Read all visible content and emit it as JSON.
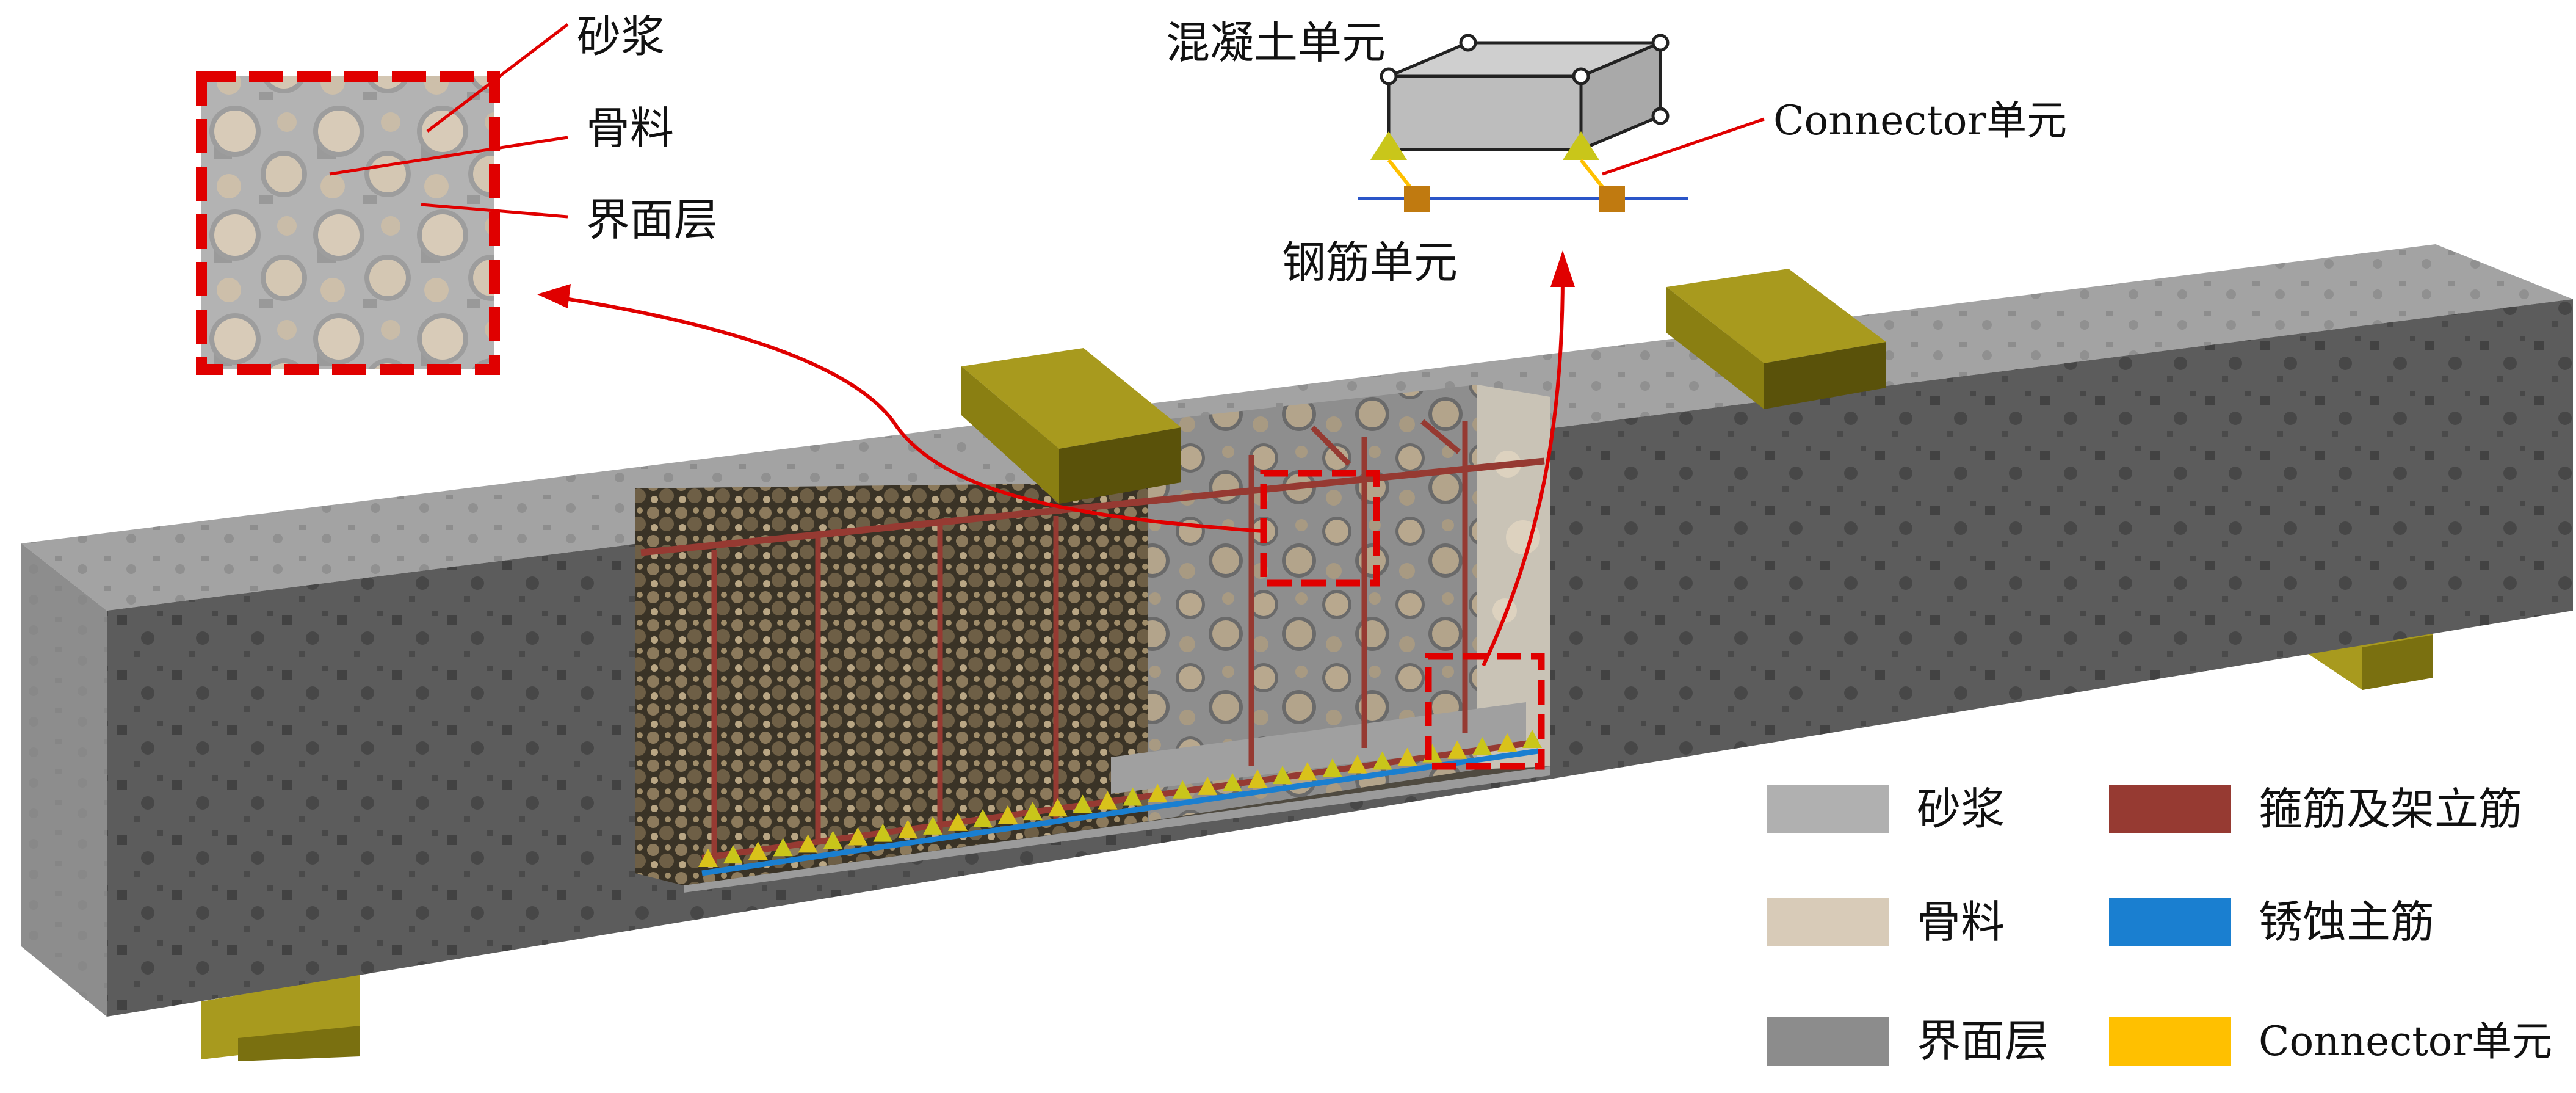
{
  "inset": {
    "labels": {
      "mortar": "砂浆",
      "aggregate": "骨料",
      "itz": "界面层"
    }
  },
  "element_schematic": {
    "concrete_label": "混凝土单元",
    "connector_label": "Connector单元",
    "rebar_label": "钢筋单元"
  },
  "legend": [
    {
      "label": "砂浆",
      "color": "#b0b0b0"
    },
    {
      "label": "箍筋及架立筋",
      "color": "#963a32"
    },
    {
      "label": "骨料",
      "color": "#d8cbb8"
    },
    {
      "label": "锈蚀主筋",
      "color": "#1a7fd0"
    },
    {
      "label": "界面层",
      "color": "#8c8c8c"
    },
    {
      "label": "Connector单元",
      "color": "#ffc000"
    }
  ],
  "colors": {
    "beam_front": "#5c5c5c",
    "beam_top": "#a3a3a3",
    "beam_end": "#8d8d8d",
    "support": "#8a7f12",
    "support_dark": "#5a520a",
    "support_light": "#a89a1e",
    "callout": "#e00000",
    "stirrup": "#963a32",
    "main_rebar": "#1a7fd0",
    "connector": "#c9c61a",
    "connector_node": "#c07a10"
  }
}
